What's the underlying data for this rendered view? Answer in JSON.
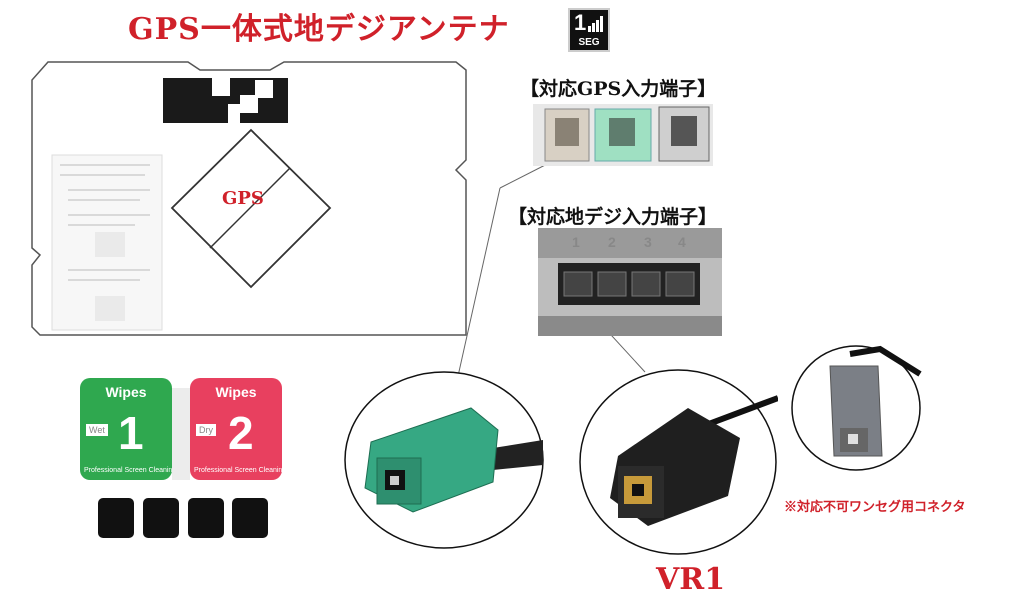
{
  "header": {
    "title": "GPS一体式地デジアンテナ",
    "seg_badge": {
      "number": "1",
      "label": "SEG"
    }
  },
  "antenna": {
    "gps_label": "GPS"
  },
  "gps_connectors": {
    "heading": "【対応GPS入力端子】"
  },
  "tv_connectors": {
    "heading": "【対応地デジ入力端子】",
    "pin_numbers": [
      "1",
      "2",
      "3",
      "4"
    ]
  },
  "wipes": [
    {
      "title": "Wipes",
      "number": "1",
      "tag": "Wet",
      "fine": "Professional Screen Cleaning Paper",
      "color": "#2fa84f"
    },
    {
      "title": "Wipes",
      "number": "2",
      "tag": "Dry",
      "fine": "Professional Screen Cleaning Paper",
      "color": "#e8405f"
    }
  ],
  "connector_name": "VR1",
  "incompatible_note": "※対応不可ワンセグ用コネクタ",
  "colors": {
    "accent_red": "#d0212a",
    "connector_green": "#36a883",
    "incompatible_grey": "#7b7f86"
  }
}
